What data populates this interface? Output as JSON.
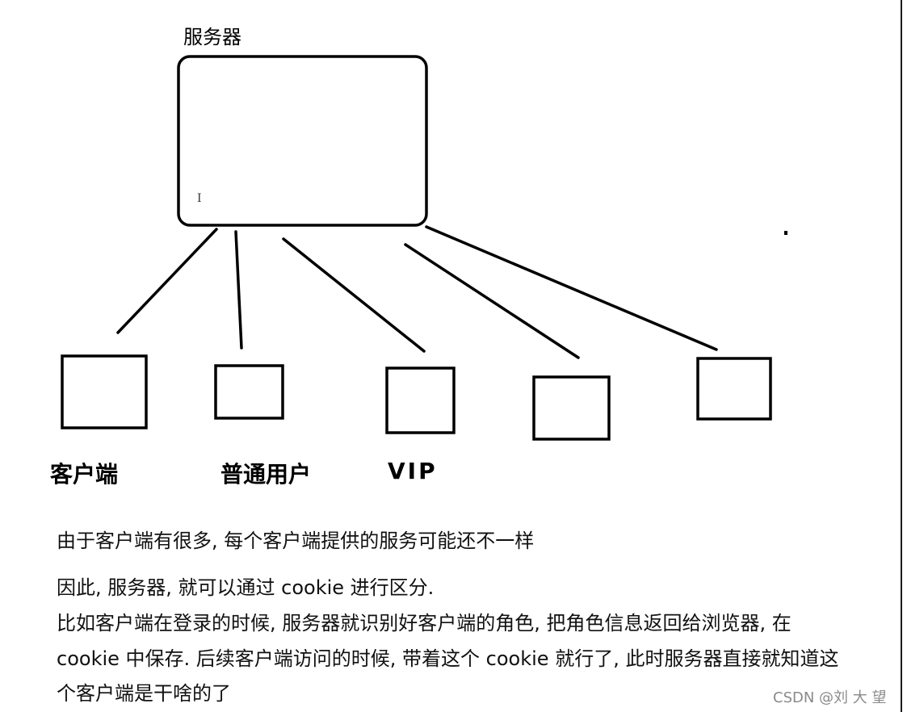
{
  "diagram": {
    "server_label": "服务器",
    "cursor_glyph": "I",
    "node_labels": {
      "client": "客户端",
      "normal_user": "普通用户",
      "vip": "VIP"
    }
  },
  "text": {
    "line1": "由于客户端有很多, 每个客户端提供的服务可能还不一样",
    "line2": "因此, 服务器, 就可以通过 cookie 进行区分.",
    "line3": "比如客户端在登录的时候, 服务器就识别好客户端的角色, 把角色信息返回给浏览器, 在",
    "line4": "cookie 中保存. 后续客户端访问的时候, 带着这个 cookie 就行了, 此时服务器直接就知道这",
    "line5": "个客户端是干啥的了"
  },
  "watermark": "CSDN @刘 大 望"
}
